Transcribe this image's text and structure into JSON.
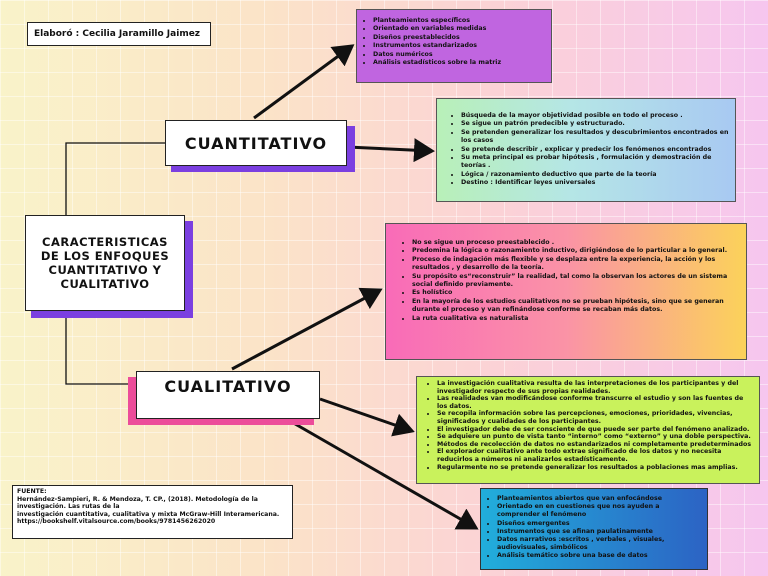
{
  "author": "Elaboró : Cecilia Jaramillo Jaimez",
  "main_title": "CARACTERISTICAS DE LOS ENFOQUES CUANTITATIVO Y CUALITATIVO",
  "quantitative": {
    "title": "CUANTITATIVO",
    "box_purple": [
      "Planteamientos específicos",
      "Orientado en variables medidas",
      "Diseños preestablecidos",
      "Instrumentos estandarizados",
      "Datos numéricos",
      "Análisis estadísticos sobre la matriz"
    ],
    "box_green_blue": [
      "Búsqueda de la mayor objetividad posible en todo el proceso .",
      "Se sigue un patrón predecible y estructurado.",
      "Se pretenden generalizar los resultados y descubrimientos encontrados en los casos",
      "Se pretende describir , explicar y predecir los fenómenos encontrados",
      "Su meta principal es probar hipótesis , formulación y demostración de teorías .",
      "Lógica / razonamiento deductivo que parte de la teoría",
      "Destino : Identificar leyes universales"
    ]
  },
  "qualitative": {
    "title": "CUALITATIVO",
    "box_pink_orange": [
      "No se  sigue un proceso preestablecido .",
      "Predomina la lógica o razonamiento inductivo, dirigiéndose de lo particular a lo general.",
      "Proceso de indagación más flexible y se desplaza entre la experiencia, la acción y los resultados , y desarrollo de la teoría.",
      " Su propósito es“reconstruir” la realidad, tal como la observan los actores de un sistema social definido previamente.",
      "Es holístico",
      "En la mayoría de los estudios cualitativos no se prueban hipótesis, sino que se generan durante el proceso y van refinándose conforme se recaban más datos.",
      " La ruta cualitativa es naturalista"
    ],
    "box_lime": [
      " La investigación cualitativa resulta de las interpretaciones de los participantes y del investigador respecto de sus propias realidades.",
      "Las realidades van modificándose conforme transcurre el estudio y son las fuentes de los datos.",
      "Se recopila información sobre las percepciones, emociones, prioridades, vivencias, significados y cualidades de los participantes.",
      "El investigador debe de ser consciente de que puede ser parte del fenómeno analizado.",
      "Se adquiere un punto de vista tanto “interno” como “externo” y una doble perspectiva.",
      "Métodos de recolección de datos no estandarizados ni completamente predeterminados",
      "El explorador cualitativo ante todo extrae significado de los datos y no necesita reducirlos a números ni analizarlos estadísticamente.",
      "Regularmente no se pretende generalizar los resultados a poblaciones mas amplias."
    ],
    "box_blue": [
      "Planteamientos abiertos que van enfocándose",
      "Orientado en en cuestiones que nos ayuden a comprender el fenómeno",
      "Diseños emergentes",
      "Instrumentos que  se afinan paulatinamente",
      "Datos narrativos :escritos , verbales , visuales, audiovisuales, simbólicos",
      "Análisis temático sobre una base de datos"
    ]
  },
  "reference": {
    "label": "FUENTE:",
    "line1": "Hernández-Sampieri, R. & Mendoza, T. CP., (2018). Metodología de la investigación. Las rutas de la",
    "line2": "investigación cuantitativa, cualitativa y mixta McGraw-Hill Interamericana.",
    "line3": "https://bookshelf.vitalsource.com/books/9781456262020"
  },
  "colors": {
    "shadow_purple": "#7b3fe0",
    "shadow_pink": "#ec4d9a",
    "box_purple": "#c065e0",
    "box_lime": "#c9f25c"
  }
}
